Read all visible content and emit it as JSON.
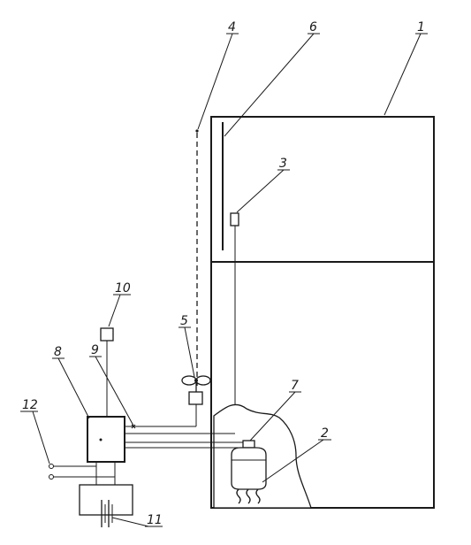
{
  "labels": {
    "l1": "1",
    "l2": "2",
    "l3": "3",
    "l4": "4",
    "l5": "5",
    "l6": "6",
    "l7": "7",
    "l8": "8",
    "l9": "9",
    "l10": "10",
    "l11": "11",
    "l12": "12"
  },
  "colors": {
    "ink": "#1a1a1a",
    "background": "#ffffff"
  }
}
